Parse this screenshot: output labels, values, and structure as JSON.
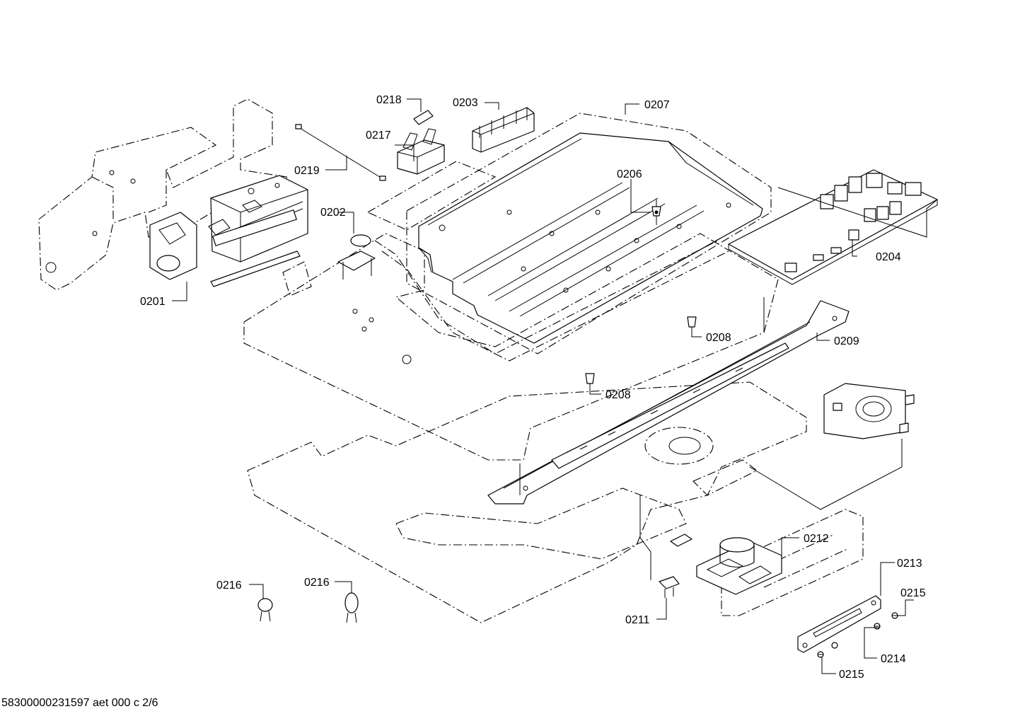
{
  "footer": {
    "drawing_number": "58300000231597 aet 000 c 2/6"
  },
  "callouts": [
    {
      "id": "0201",
      "text": "0201"
    },
    {
      "id": "0202",
      "text": "0202"
    },
    {
      "id": "0203",
      "text": "0203"
    },
    {
      "id": "0204",
      "text": "0204"
    },
    {
      "id": "0206",
      "text": "0206"
    },
    {
      "id": "0207",
      "text": "0207"
    },
    {
      "id": "0208a",
      "text": "0208"
    },
    {
      "id": "0208b",
      "text": "0208"
    },
    {
      "id": "0209",
      "text": "0209"
    },
    {
      "id": "0211",
      "text": "0211"
    },
    {
      "id": "0212",
      "text": "0212"
    },
    {
      "id": "0213",
      "text": "0213"
    },
    {
      "id": "0214",
      "text": "0214"
    },
    {
      "id": "0215a",
      "text": "0215"
    },
    {
      "id": "0215b",
      "text": "0215"
    },
    {
      "id": "0216a",
      "text": "0216"
    },
    {
      "id": "0216b",
      "text": "0216"
    },
    {
      "id": "0217",
      "text": "0217"
    },
    {
      "id": "0218",
      "text": "0218"
    },
    {
      "id": "0219",
      "text": "0219"
    }
  ]
}
